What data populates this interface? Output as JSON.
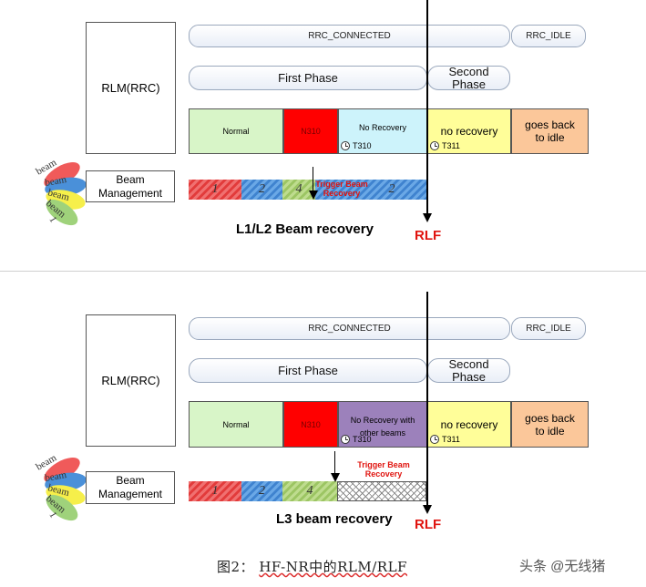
{
  "colors": {
    "normal": "#d8f5c8",
    "n310": "#ff0000",
    "no_recovery_top": "#cdf3fb",
    "no_recovery_bottom": "#9c81bb",
    "no_recovery_t311": "#fffe99",
    "goes_back": "#fbc79a",
    "rlf": "#e0140f"
  },
  "top": {
    "rlm_label": "RLM(RRC)",
    "rrc_connected": "RRC_CONNECTED",
    "rrc_idle": "RRC_IDLE",
    "first_phase": "First Phase",
    "second_phase": "Second Phase",
    "states": {
      "normal": "Normal",
      "n310": "N310",
      "no_recovery": "No Recovery",
      "t310": "T310",
      "no_recovery_2": "no recovery",
      "t311": "T311",
      "goes_back": "goes back to idle"
    },
    "beam_management": "Beam Management",
    "beams": [
      "1",
      "2",
      "4",
      "2"
    ],
    "trigger": "Trigger Beam Recovery",
    "title": "L1/L2 Beam recovery",
    "rlf": "RLF"
  },
  "bottom": {
    "rlm_label": "RLM(RRC)",
    "rrc_connected": "RRC_CONNECTED",
    "rrc_idle": "RRC_IDLE",
    "first_phase": "First Phase",
    "second_phase": "Second Phase",
    "states": {
      "normal": "Normal",
      "n310": "N310",
      "no_recovery": "No Recovery with other beams",
      "t310": "T310",
      "no_recovery_2": "no recovery",
      "t311": "T311",
      "goes_back": "goes back to idle"
    },
    "beam_management": "Beam Management",
    "beams": [
      "1",
      "2",
      "4"
    ],
    "trigger": "Trigger Beam Recovery",
    "title": "L3 beam recovery",
    "rlf": "RLF"
  },
  "beam_fan_labels": [
    "beam",
    "beam",
    "beam",
    "beam",
    "1"
  ],
  "caption_prefix": "图2：",
  "caption_main": "HF-NR中的RLM/RLF",
  "watermark": "头条 @无线猪"
}
